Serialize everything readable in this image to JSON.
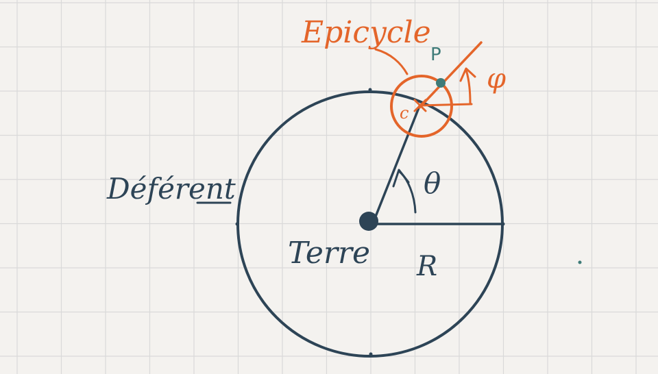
{
  "colors": {
    "background": "#f4f2ef",
    "grid": "#d9d9d9",
    "ink_dark": "#2d4456",
    "ink_orange": "#e4652a",
    "ink_teal": "#3e7b78"
  },
  "labels": {
    "deferent": "Déférent",
    "earth": "Terre",
    "radius": "R",
    "theta": "θ",
    "epicycle": "Epicycle",
    "center": "c",
    "point": "P",
    "phi": "φ"
  }
}
